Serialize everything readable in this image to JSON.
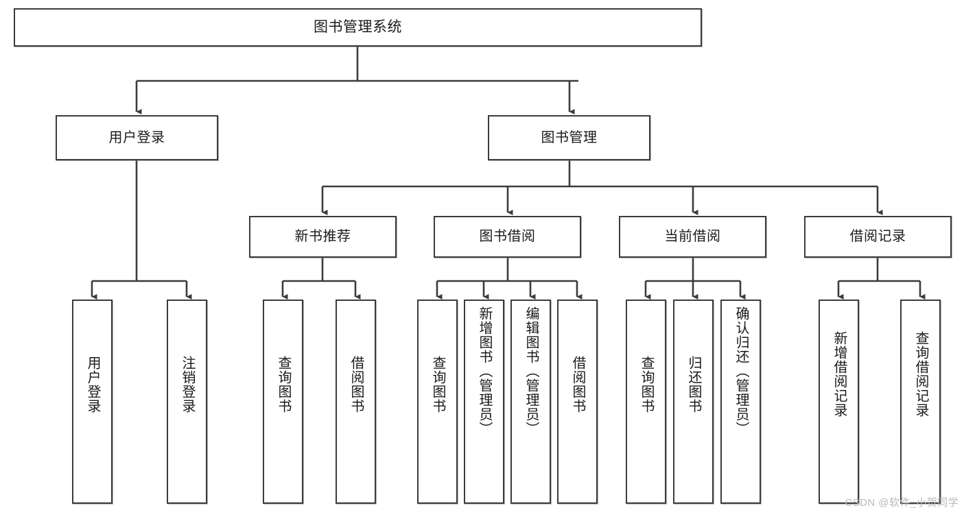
{
  "diagram": {
    "title": "图书管理系统",
    "watermark": "CSDN @软件_小贺同学",
    "colors": {
      "box_border": "#3b3b3b",
      "box_fill": "#ffffff",
      "edge": "#3b3b3b",
      "text": "#1a1a1a",
      "watermark": "#b9b9b9"
    },
    "root": {
      "label": "图书管理系统"
    },
    "level2": [
      {
        "label": "用户登录"
      },
      {
        "label": "图书管理"
      }
    ],
    "level3": [
      {
        "label": "新书推荐"
      },
      {
        "label": "图书借阅"
      },
      {
        "label": "当前借阅"
      },
      {
        "label": "借阅记录"
      }
    ],
    "leaves": {
      "user_login": [
        {
          "label": "用户登录"
        },
        {
          "label": "注销登录"
        }
      ],
      "new_book_recommend": [
        {
          "label": "查询图书"
        },
        {
          "label": "借阅图书"
        }
      ],
      "book_borrow": [
        {
          "label": "查询图书"
        },
        {
          "label": "新增图书（管理员）"
        },
        {
          "label": "编辑图书（管理员）"
        },
        {
          "label": "借阅图书"
        }
      ],
      "current_borrow": [
        {
          "label": "查询图书"
        },
        {
          "label": "归还图书"
        },
        {
          "label": "确认归还（管理员）"
        }
      ],
      "borrow_record": [
        {
          "label": "新增借阅记录"
        },
        {
          "label": "查询借阅记录"
        }
      ]
    }
  }
}
